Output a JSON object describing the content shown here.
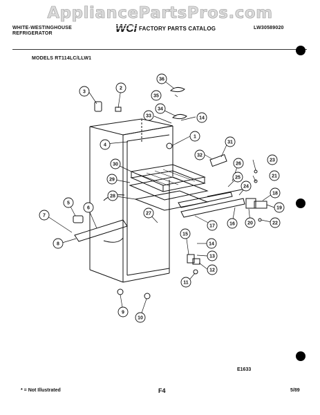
{
  "watermark": "AppliancePartsPros.com",
  "header": {
    "brand_line1": "WHITE-WESTINGHOUSE",
    "brand_line2": "REFRIGERATOR",
    "logo_text": "WCI",
    "catalog_title": "FACTORY PARTS CATALOG",
    "doc_number": "LW30589020",
    "models": "MODELS RT114LC/LLW1"
  },
  "figure_code": "E1633",
  "footer": {
    "note": "* = Not Illustrated",
    "page": "F4",
    "date": "5/89"
  },
  "callouts": [
    "1",
    "2",
    "3",
    "4",
    "5",
    "6",
    "7",
    "8",
    "9",
    "10",
    "11",
    "12",
    "13",
    "14",
    "14",
    "15",
    "16",
    "17",
    "18",
    "19",
    "20",
    "21",
    "22",
    "23",
    "24",
    "25",
    "26",
    "27",
    "28",
    "29",
    "30",
    "31",
    "32",
    "33",
    "34",
    "35",
    "36"
  ],
  "colors": {
    "ink": "#111111",
    "watermark": "#d9d9d9"
  }
}
